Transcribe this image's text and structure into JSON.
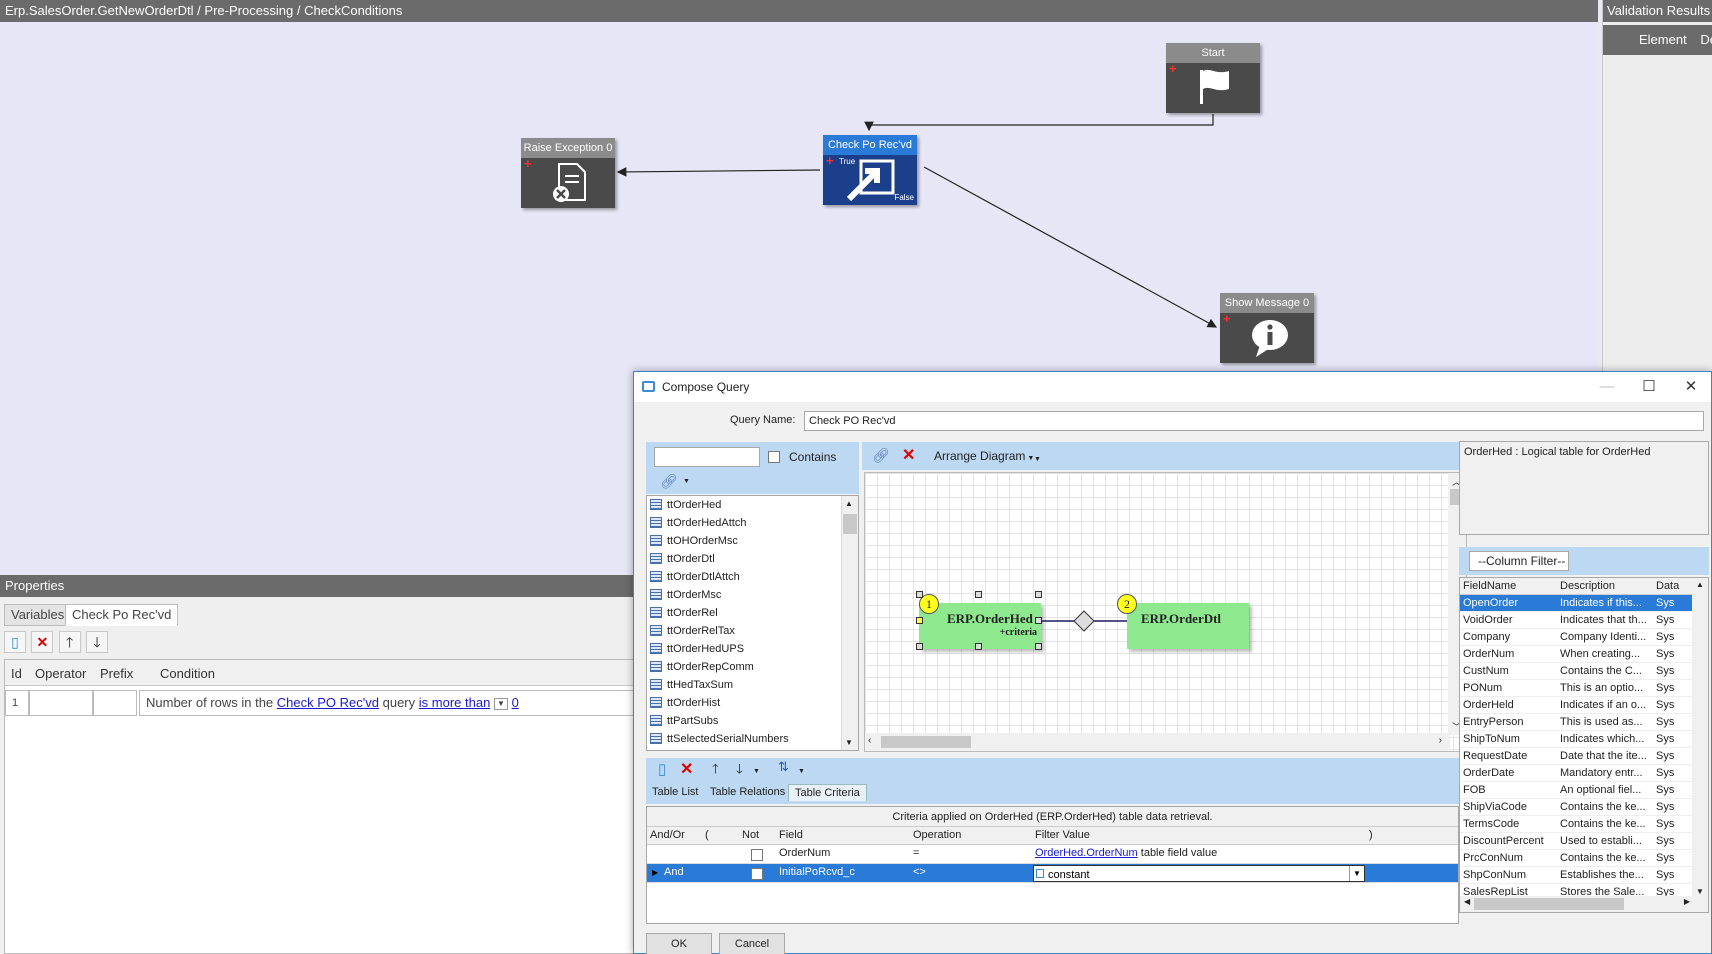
{
  "designer": {
    "breadcrumb": "Erp.SalesOrder.GetNewOrderDtl / Pre-Processing / CheckConditions",
    "nodes": {
      "start": "Start",
      "check": "Check Po Rec'vd",
      "check_true": "True",
      "check_false": "False",
      "raise": "Raise Exception 0",
      "show": "Show Message 0"
    }
  },
  "validation": {
    "title": "Validation Results",
    "col_element": "Element",
    "col_desc": "De"
  },
  "properties": {
    "title": "Properties",
    "tabs": [
      "Variables",
      "Check Po Rec'vd"
    ],
    "columns": [
      "Id",
      "Operator",
      "Prefix",
      "Condition"
    ],
    "row": {
      "id": "1",
      "cond_prefix": "Number of rows in the",
      "cond_query": "Check PO Rec'vd",
      "cond_mid": "query",
      "cond_op": "is more than",
      "cond_value": "0"
    }
  },
  "dialog": {
    "title": "Compose Query",
    "query_name_label": "Query Name:",
    "query_name": "Check PO Rec'vd",
    "contains_label": "Contains",
    "arrange_label": "Arrange Diagram",
    "tables": [
      "ttOrderHed",
      "ttOrderHedAttch",
      "ttOHOrderMsc",
      "ttOrderDtl",
      "ttOrderDtlAttch",
      "ttOrderMsc",
      "ttOrderRel",
      "ttOrderRelTax",
      "ttOrderHedUPS",
      "ttOrderRepComm",
      "ttHedTaxSum",
      "ttOrderHist",
      "ttPartSubs",
      "ttSelectedSerialNumbers"
    ],
    "diagram": {
      "t1_num": "1",
      "t1_name": "ERP.OrderHed",
      "t1_criteria": "+criteria",
      "t2_num": "2",
      "t2_name": "ERP.OrderDtl"
    },
    "description": "OrderHed : Logical table for OrderHed",
    "column_filter": "--Column Filter--",
    "field_columns": [
      "FieldName",
      "Description",
      "Data"
    ],
    "fields": [
      [
        "OpenOrder",
        "Indicates if this...",
        "Sys"
      ],
      [
        "VoidOrder",
        "Indicates that th...",
        "Sys"
      ],
      [
        "Company",
        "Company Identi...",
        "Sys"
      ],
      [
        "OrderNum",
        "When creating...",
        "Sys"
      ],
      [
        "CustNum",
        "Contains the C...",
        "Sys"
      ],
      [
        "PONum",
        "This is an optio...",
        "Sys"
      ],
      [
        "OrderHeld",
        "Indicates if an o...",
        "Sys"
      ],
      [
        "EntryPerson",
        "This is used as...",
        "Sys"
      ],
      [
        "ShipToNum",
        "Indicates which...",
        "Sys"
      ],
      [
        "RequestDate",
        "Date that the ite...",
        "Sys"
      ],
      [
        "OrderDate",
        "Mandatory entr...",
        "Sys"
      ],
      [
        "FOB",
        "An optional fiel...",
        "Sys"
      ],
      [
        "ShipViaCode",
        "Contains the ke...",
        "Sys"
      ],
      [
        "TermsCode",
        "Contains the ke...",
        "Sys"
      ],
      [
        "DiscountPercent",
        "Used to establi...",
        "Sys"
      ],
      [
        "PrcConNum",
        "Contains the ke...",
        "Sys"
      ],
      [
        "ShpConNum",
        "Establishes the...",
        "Sys"
      ],
      [
        "SalesRepList",
        "Stores the Sale...",
        "Sys"
      ]
    ],
    "bottom_tabs": [
      "Table List",
      "Table Relations",
      "Table Criteria"
    ],
    "criteria_caption": "Criteria applied on OrderHed (ERP.OrderHed)  table data retrieval.",
    "criteria_columns": [
      "And/Or",
      "(",
      "Not",
      "Field",
      "Operation",
      "Filter Value",
      ")"
    ],
    "criteria_rows": [
      {
        "andor": "",
        "field": "OrderNum",
        "op": "=",
        "value_link": "OrderHed.OrderNum",
        "value_text": "table field value"
      },
      {
        "andor": "And",
        "field": "InitialPoRcvd_c",
        "op": "<>",
        "value_link": "",
        "value_text": "constant"
      }
    ],
    "ok": "OK",
    "cancel": "Cancel"
  }
}
